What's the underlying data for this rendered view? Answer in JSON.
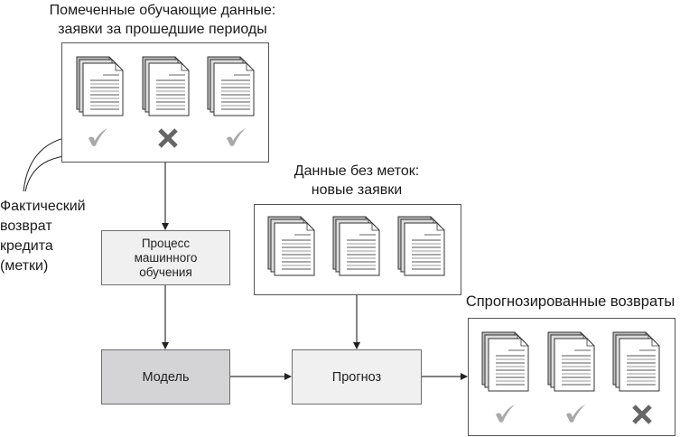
{
  "training": {
    "title_line1": "Помеченные обучающие данные:",
    "title_line2": "заявки за прошедшие периоды",
    "documents": [
      {
        "icon": "document-stack-icon",
        "label": "approved"
      },
      {
        "icon": "document-stack-icon",
        "label": "rejected"
      },
      {
        "icon": "document-stack-icon",
        "label": "approved"
      }
    ]
  },
  "side_label": {
    "line1": "Фактический",
    "line2": "возврат",
    "line3": "кредита",
    "line4": "(метки)"
  },
  "ml_process": {
    "line1": "Процесс",
    "line2": "машинного",
    "line3": "обучения"
  },
  "model": {
    "label": "Модель"
  },
  "unlabeled": {
    "title_line1": "Данные без меток:",
    "title_line2": "новые заявки",
    "documents": [
      {
        "icon": "document-stack-icon"
      },
      {
        "icon": "document-stack-icon"
      },
      {
        "icon": "document-stack-icon"
      }
    ]
  },
  "forecast": {
    "label": "Прогноз"
  },
  "predicted": {
    "title": "Спрогнозированные возвраты",
    "documents": [
      {
        "icon": "document-stack-icon",
        "label": "approved"
      },
      {
        "icon": "document-stack-icon",
        "label": "approved"
      },
      {
        "icon": "document-stack-icon",
        "label": "rejected"
      }
    ]
  },
  "colors": {
    "check_mark": "#a9a9a9",
    "x_mark": "#666666",
    "model_fill": "#d4d4d6",
    "process_fill": "#eff0ef",
    "border": "#555555"
  }
}
